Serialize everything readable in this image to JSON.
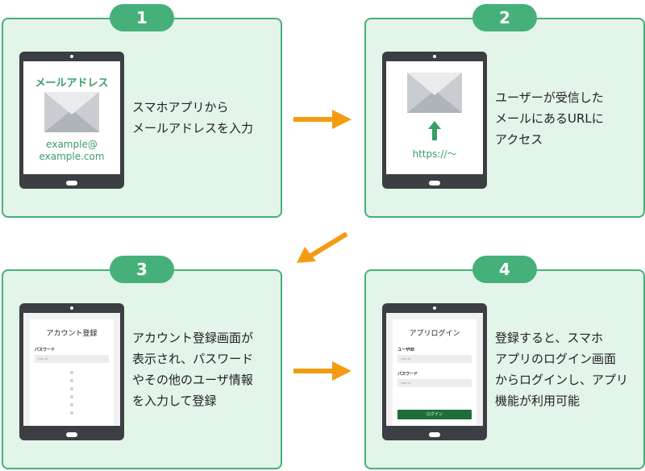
{
  "colors": {
    "panel_bg": "#e3f4e9",
    "panel_border": "#46b07a",
    "badge": "#46b07a",
    "arrow": "#f39c12",
    "tablet": "#3b3e43",
    "accent_text": "#3a9e6a",
    "login_button": "#1e6e3a"
  },
  "steps": [
    {
      "number": "1",
      "screen": {
        "title": "メールアドレス",
        "icon": "envelope-icon",
        "email_line1": "example@",
        "email_line2": "example.com"
      },
      "description": [
        "スマホアプリから",
        "メールアドレスを入力"
      ]
    },
    {
      "number": "2",
      "screen": {
        "icon": "envelope-icon",
        "arrow_icon": "arrow-up-icon",
        "url": "https://～"
      },
      "description": [
        "ユーザーが受信した",
        "メールにあるURLに",
        "アクセス"
      ]
    },
    {
      "number": "3",
      "screen": {
        "title": "アカウント登録",
        "password_label": "パスワード",
        "input_placeholder": "user-id",
        "more_icon": "vertical-dots-icon"
      },
      "description": [
        "アカウント登録画面が",
        "表示され、パスワード",
        "やその他のユーザ情報",
        "を入力して登録"
      ]
    },
    {
      "number": "4",
      "screen": {
        "title": "アプリログイン",
        "user_id_label": "ユーザID",
        "password_label": "パスワード",
        "input_placeholder": "user-id",
        "login_button": "ログイン"
      },
      "description": [
        "登録すると、スマホ",
        "アプリのログイン画面",
        "からログインし、アプリ",
        "機能が利用可能"
      ]
    }
  ]
}
